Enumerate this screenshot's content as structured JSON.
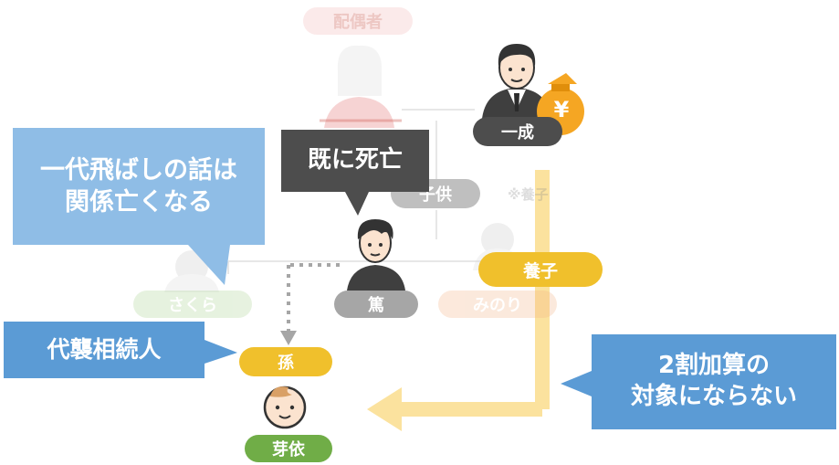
{
  "faded_nodes": {
    "spouse": "配偶者",
    "child": "子供",
    "sakura": "さくら",
    "minori": "みのり",
    "note": "※養子"
  },
  "nodes": {
    "kazunari": "一成",
    "atsushi": "篤",
    "grandchild_role": "孫",
    "mei": "芽依",
    "adopted": "養子"
  },
  "callouts": {
    "skip_generation": "一代飛ばしの話は\n関係亡くなる",
    "already_dead": "既に死亡",
    "substitute_heir": "代襲相続人",
    "no_surcharge": "2割加算の\n対象にならない"
  },
  "icons": {
    "money": "¥"
  },
  "colors": {
    "blue_callout": "#5b9bd5",
    "light_blue_callout": "#8fbde6",
    "dark_callout": "#4d4d4d",
    "yellow": "#f0c02c",
    "green": "#70ad47",
    "gray_label": "#a6a6a6",
    "dark_label": "#4d4d4d",
    "money_orange": "#f5a623"
  }
}
